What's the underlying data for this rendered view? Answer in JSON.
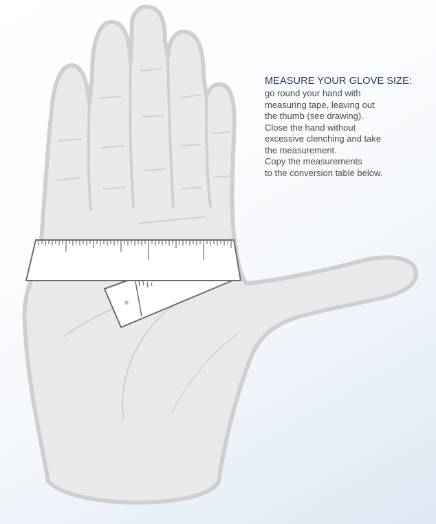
{
  "heading": "MEASURE YOUR GLOVE SIZE:",
  "lines": [
    "go round your hand with",
    "measuring tape, leaving out",
    "the thumb (see drawing).",
    "Close the hand without",
    "excessive clenching and take",
    "the measurement.",
    "Copy the measurements",
    "to the conversion table below."
  ],
  "colors": {
    "heading": "#2a3657",
    "body_text": "#4a4a4a",
    "hand_fill": "#e9e9eb",
    "hand_outline": "#cfcfd2",
    "tape_outline": "#6b6b6b",
    "background_tint": "#dde8f3"
  },
  "illustration": {
    "subject": "open-hand-icon",
    "tool": "measuring-tape-icon"
  }
}
